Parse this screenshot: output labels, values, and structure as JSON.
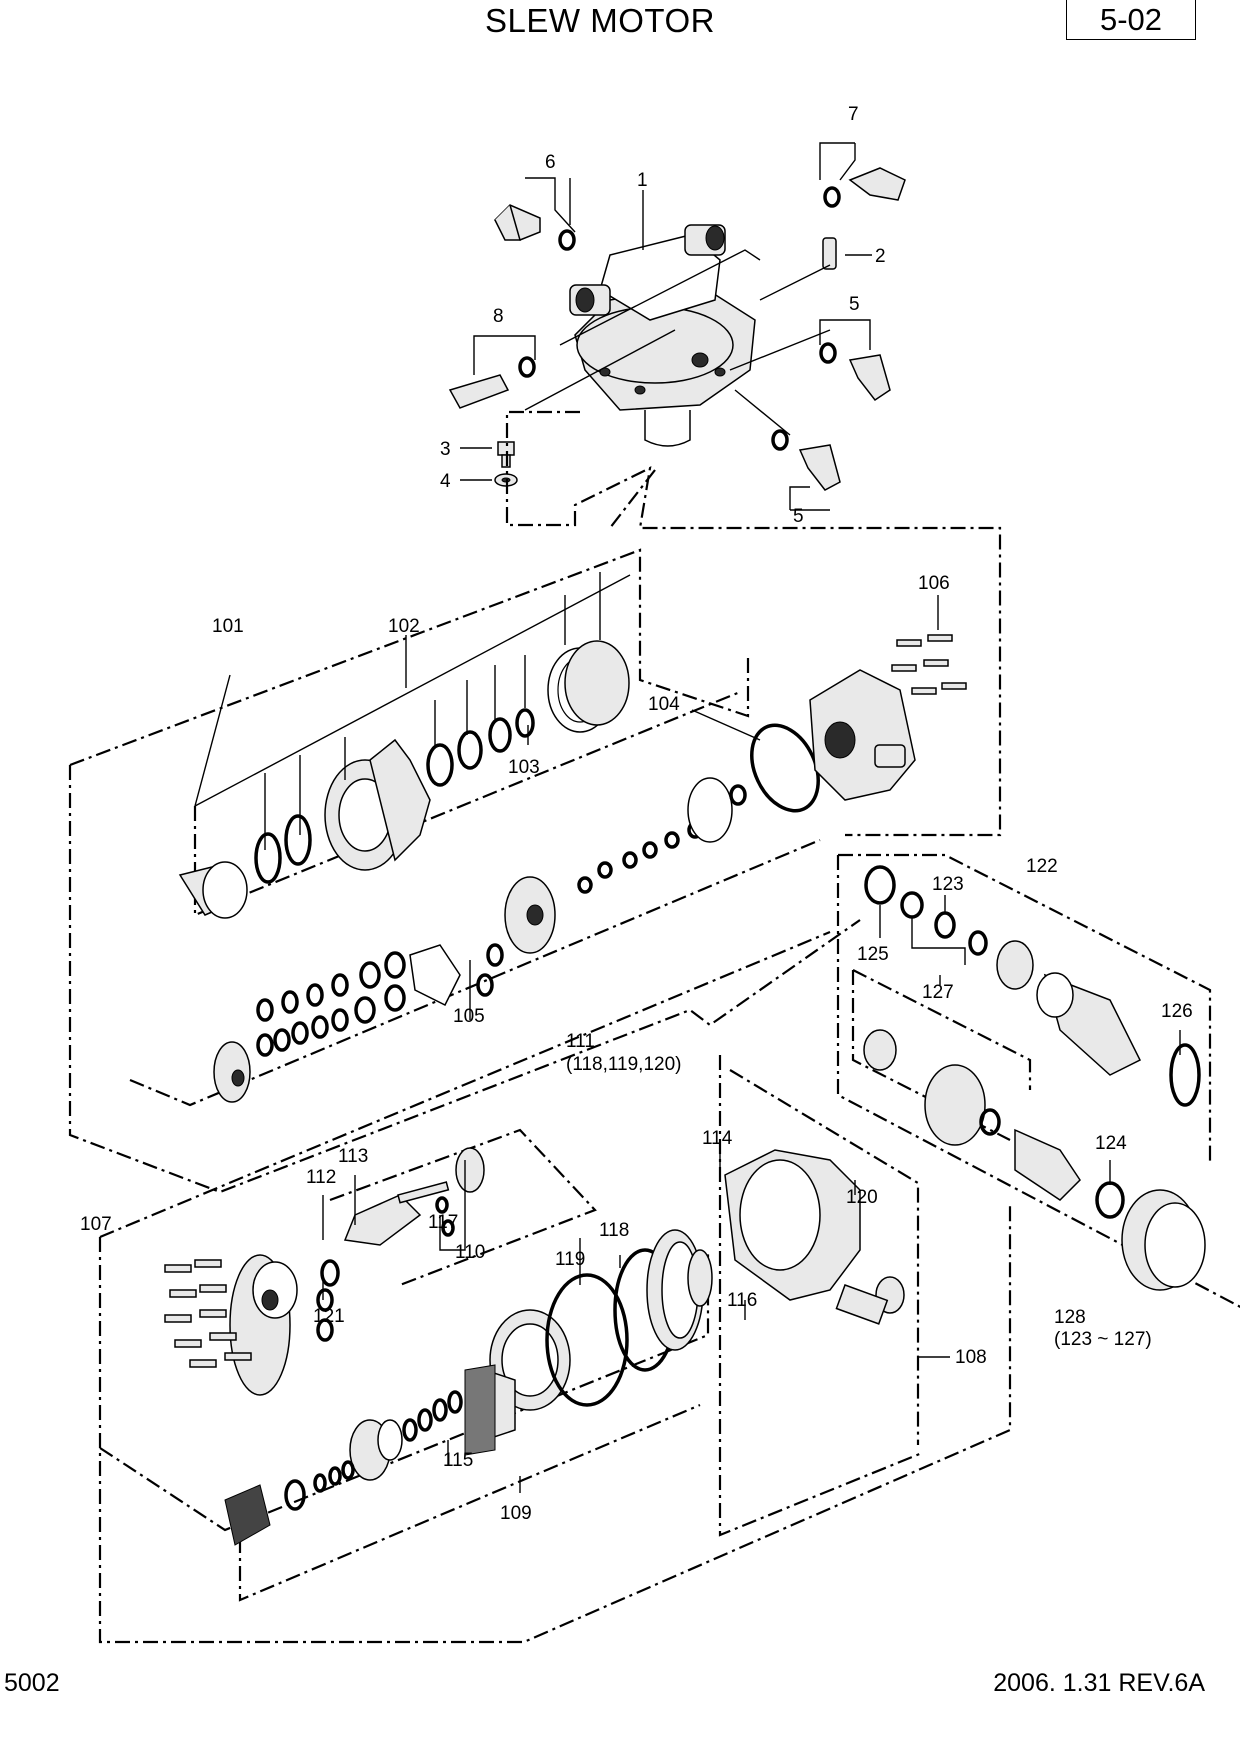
{
  "header": {
    "title": "SLEW MOTOR",
    "page_number": "5-02"
  },
  "footer": {
    "code": "5002",
    "revision": "2006. 1.31  REV.6A"
  },
  "callouts": [
    {
      "id": "c1",
      "text": "1"
    },
    {
      "id": "c2",
      "text": "2"
    },
    {
      "id": "c3",
      "text": "3"
    },
    {
      "id": "c4",
      "text": "4"
    },
    {
      "id": "c5a",
      "text": "5"
    },
    {
      "id": "c5b",
      "text": "5"
    },
    {
      "id": "c6",
      "text": "6"
    },
    {
      "id": "c7",
      "text": "7"
    },
    {
      "id": "c8",
      "text": "8"
    },
    {
      "id": "c101",
      "text": "101"
    },
    {
      "id": "c102",
      "text": "102"
    },
    {
      "id": "c103",
      "text": "103"
    },
    {
      "id": "c104",
      "text": "104"
    },
    {
      "id": "c105",
      "text": "105"
    },
    {
      "id": "c106",
      "text": "106"
    },
    {
      "id": "c107",
      "text": "107"
    },
    {
      "id": "c108",
      "text": "108"
    },
    {
      "id": "c109",
      "text": "109"
    },
    {
      "id": "c110",
      "text": "110"
    },
    {
      "id": "c111",
      "text": "111"
    },
    {
      "id": "c111sub",
      "text": "(118,119,120)"
    },
    {
      "id": "c112",
      "text": "112"
    },
    {
      "id": "c113",
      "text": "113"
    },
    {
      "id": "c114",
      "text": "114"
    },
    {
      "id": "c115",
      "text": "115"
    },
    {
      "id": "c116",
      "text": "116"
    },
    {
      "id": "c117",
      "text": "117"
    },
    {
      "id": "c118",
      "text": "118"
    },
    {
      "id": "c119",
      "text": "119"
    },
    {
      "id": "c120",
      "text": "120"
    },
    {
      "id": "c121",
      "text": "121"
    },
    {
      "id": "c122",
      "text": "122"
    },
    {
      "id": "c123",
      "text": "123"
    },
    {
      "id": "c124",
      "text": "124"
    },
    {
      "id": "c125",
      "text": "125"
    },
    {
      "id": "c126",
      "text": "126"
    },
    {
      "id": "c127",
      "text": "127"
    },
    {
      "id": "c128",
      "text": "128"
    },
    {
      "id": "c128sub",
      "text": "(123 ~ 127)"
    }
  ]
}
